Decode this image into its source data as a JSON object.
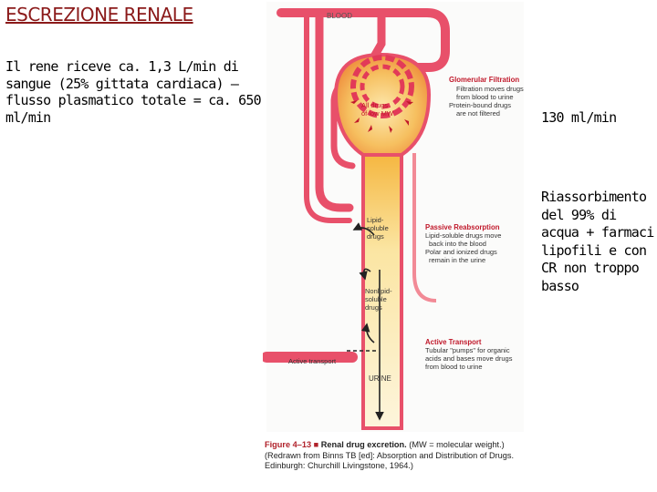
{
  "title": "ESCREZIONE RENALE",
  "intro_text": "Il rene riceve ca. 1,3 L/min di sangue (25% gittata cardiaca) – flusso plasmatico totale = ca. 650 ml/min",
  "gfr_text": "130 ml/min",
  "reabsorption_text": "Riassorbimento del 99% di acqua + farmaci lipofili e con CR non troppo basso",
  "figure": {
    "blood_label": "BLOOD",
    "glomerulus_label": [
      "All drugs",
      "of low MW"
    ],
    "glomerular_filtration": {
      "heading": "Glomerular Filtration",
      "lines": [
        "Filtration moves drugs",
        "from blood to urine",
        "Protein-bound drugs",
        "are not filtered"
      ]
    },
    "lipid_soluble_label": [
      "Lipid-",
      "soluble",
      "drugs"
    ],
    "nonlipid_soluble_label": [
      "Nonlipid-",
      "soluble",
      "drugs"
    ],
    "passive_reabsorption": {
      "heading": "Passive Reabsorption",
      "lines": [
        "Lipid-soluble drugs move",
        "back into the blood",
        "Polar and ionized drugs",
        "remain in the urine"
      ]
    },
    "active_transport_label": "Active transport",
    "active_transport": {
      "heading": "Active Transport",
      "lines": [
        "Tubular \"pumps\" for organic",
        "acids and bases move drugs",
        "from blood to urine"
      ]
    },
    "urine_label": "URINE"
  },
  "caption": {
    "figure_number": "Figure 4–13",
    "figure_title": "Renal drug excretion.",
    "text": "(MW = molecular weight.) (Redrawn from Binns TB [ed]: Absorption and Distribution of Drugs. Edinburgh: Churchill Livingstone, 1964.)"
  },
  "colors": {
    "title": "#8b1a1a",
    "vessel": "#e8506a",
    "tubule_top": "#f5c04a",
    "tubule_bottom": "#fdf4d6",
    "label_red": "#c0182a"
  }
}
